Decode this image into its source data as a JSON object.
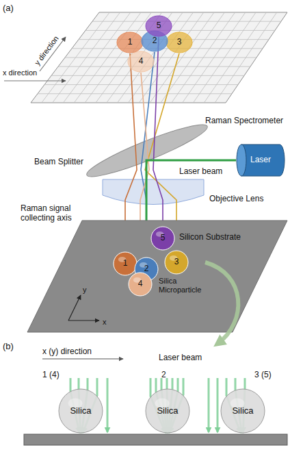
{
  "diagram": {
    "nodes": [
      {
        "text": [
          "1"
        ]
      },
      {
        "text": [
          "2"
        ]
      },
      {
        "text": [
          "3"
        ]
      },
      {
        "text": [
          "4"
        ]
      },
      {
        "text": [
          "5"
        ]
      },
      {
        "text": [
          "Laser"
        ]
      },
      {
        "text": [
          "Silicon Substrate"
        ]
      },
      {
        "text": [
          "1"
        ],
        "in": 6
      },
      {
        "text": [
          "2"
        ],
        "in": 6
      },
      {
        "text": [
          "3"
        ],
        "in": 6
      },
      {
        "text": [
          "4"
        ],
        "in": 6
      },
      {
        "text": [
          "5"
        ],
        "in": 6
      },
      {
        "text": [
          "Silica"
        ]
      },
      {
        "text": [
          "Silica"
        ]
      },
      {
        "text": [
          "Silica"
        ]
      }
    ],
    "edges": [
      {
        "from": 7,
        "to": 0,
        "arrow": "none"
      },
      {
        "from": 8,
        "to": 1,
        "arrow": "none"
      },
      {
        "from": 9,
        "to": 2,
        "arrow": "none"
      },
      {
        "from": 10,
        "to": 3,
        "arrow": "none"
      },
      {
        "from": 11,
        "to": 4,
        "arrow": "none"
      },
      {
        "from": 5,
        "to": 8,
        "arrow": "none"
      }
    ],
    "labels": [
      "(a)",
      "y direction",
      "x direction",
      "Raman Spectrometer",
      "Beam Splitter",
      "Laser beam",
      "Objective Lens",
      "Raman signal collecting axis",
      "Silica Microparticle",
      "y",
      "x",
      "(b)",
      "x (y) direction",
      "Laser beam",
      "1 (4)",
      "2",
      "3 (5)"
    ]
  }
}
